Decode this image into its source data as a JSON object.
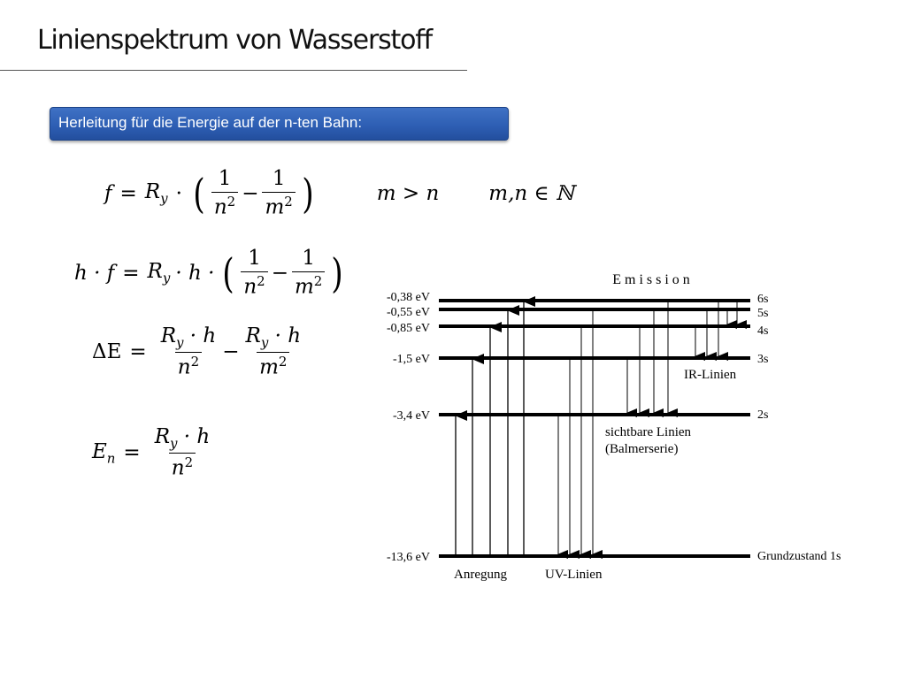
{
  "slide": {
    "title": "Linienspektrum von Wasserstoff",
    "box_text": "Herleitung für die Energie auf der n-ten Bahn:"
  },
  "formulas": {
    "f1": {
      "lhs": "f",
      "coef": "R",
      "coef_sub": "y",
      "num": "1",
      "den1": "n",
      "den2": "m",
      "exp": "2",
      "condition": "m > n",
      "domain": "m,n ∈ ℕ"
    },
    "f2": {
      "lhs": "h · f",
      "coef": "R",
      "coef_sub": "y",
      "coef_tail": "· h ·"
    },
    "f3": {
      "lhs": "ΔE",
      "num": "R",
      "num_sub": "y",
      "num_tail": " · h",
      "den1": "n",
      "den2": "m",
      "exp": "2"
    },
    "f4": {
      "lhs": "E",
      "lhs_sub": "n",
      "num": "R",
      "num_sub": "y",
      "num_tail": " · h",
      "den": "n",
      "exp": "2"
    }
  },
  "diagram": {
    "title": "E m i s s i o n",
    "levels": [
      {
        "energy": "-0,38 eV",
        "state": "6s"
      },
      {
        "energy": "-0,55 eV",
        "state": "5s"
      },
      {
        "energy": "-0,85 eV",
        "state": "4s"
      },
      {
        "energy": "-1,5 eV",
        "state": "3s"
      },
      {
        "energy": "-3,4 eV",
        "state": "2s"
      },
      {
        "energy": "-13,6 eV",
        "state": "Grundzustand 1s"
      }
    ],
    "labels": {
      "ir": "IR-Linien",
      "visible_1": "sichtbare Linien",
      "visible_2": "(Balmerserie)",
      "excitation": "Anregung",
      "uv": "UV-Linien"
    }
  }
}
